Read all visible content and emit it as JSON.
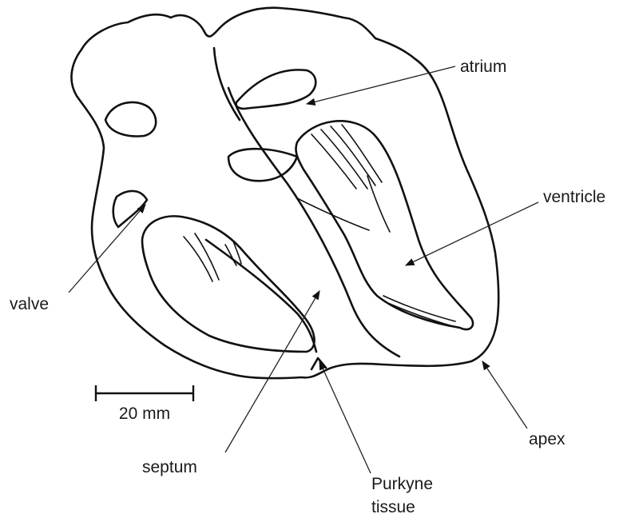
{
  "labels": {
    "atrium": "atrium",
    "ventricle": "ventricle",
    "valve": "valve",
    "septum": "septum",
    "purkyne_line1": "Purkyne",
    "purkyne_line2": "tissue",
    "apex": "apex"
  },
  "scale_bar": {
    "label": "20 mm"
  },
  "colors": {
    "ink": "#111111",
    "paper": "#ffffff"
  }
}
